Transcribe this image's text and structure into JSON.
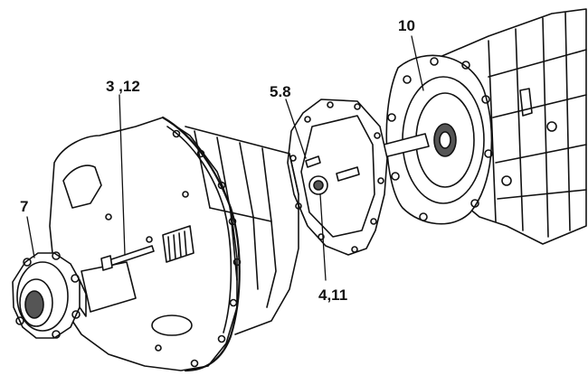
{
  "callouts": {
    "part_10": "10",
    "part_3_12": "3 ,12",
    "part_5_8": "5.8",
    "part_7": "7",
    "part_4_11": "4,11"
  },
  "colors": {
    "ink": "#111111",
    "paper": "#ffffff",
    "shade": "#555555"
  }
}
